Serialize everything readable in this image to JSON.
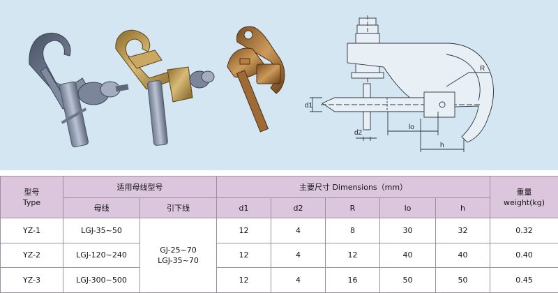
{
  "diagram": {
    "labels": {
      "R": "R",
      "d1": "d1",
      "d2": "d2",
      "lo": "lo",
      "h": "h"
    }
  },
  "table": {
    "type_header": {
      "zh": "型号",
      "en": "Type"
    },
    "busbar_group_header": "适用母线型号",
    "busbar_header": "母线",
    "downlead_header": "引下线",
    "dimensions_header": "主要尺寸 Dimensions（mm）",
    "weight_header": {
      "zh": "重量",
      "en": "weight(kg)"
    },
    "dim_columns": [
      "d1",
      "d2",
      "R",
      "lo",
      "h"
    ],
    "downlead_shared": [
      "GJ-25~70",
      "LGJ-35~70"
    ],
    "rows": [
      {
        "type": "YZ-1",
        "busbar": "LGJ-35~50",
        "d1": "12",
        "d2": "4",
        "R": "8",
        "lo": "30",
        "h": "32",
        "weight": "0.32"
      },
      {
        "type": "YZ-2",
        "busbar": "LGJ-120~240",
        "d1": "12",
        "d2": "4",
        "R": "12",
        "lo": "40",
        "h": "40",
        "weight": "0.40"
      },
      {
        "type": "YZ-3",
        "busbar": "LGJ-300~500",
        "d1": "12",
        "d2": "4",
        "R": "16",
        "lo": "50",
        "h": "50",
        "weight": "0.45"
      }
    ]
  }
}
